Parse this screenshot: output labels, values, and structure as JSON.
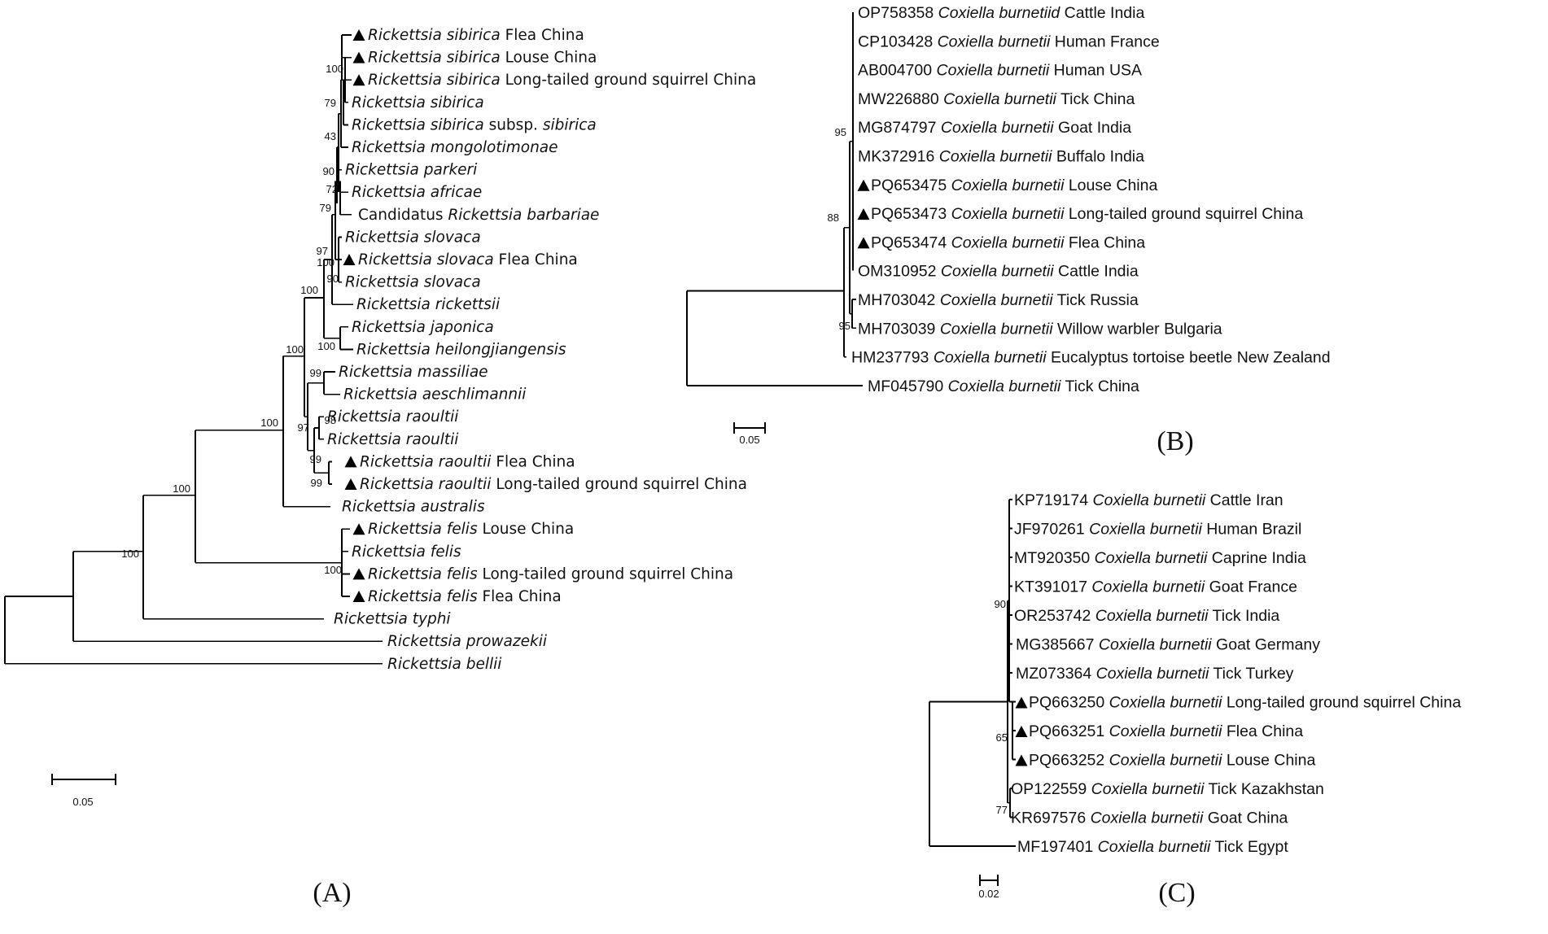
{
  "panels": [
    {
      "id": "A",
      "label": "(A)",
      "scale": "0.05",
      "leaves": [
        {
          "label": "",
          "genus": "Rickettsia sibirica",
          "suffix": "Flea China",
          "marked": true
        },
        {
          "label": "",
          "genus": "Rickettsia sibirica",
          "suffix": "Louse China",
          "marked": true
        },
        {
          "label": "",
          "genus": "Rickettsia sibirica",
          "suffix": "Long-tailed ground squirrel China",
          "marked": true
        },
        {
          "label": "",
          "genus": "Rickettsia sibirica",
          "suffix": "",
          "marked": false
        },
        {
          "label": "",
          "genus": "Rickettsia sibirica",
          "suffix": "subsp.",
          "genus2": "sibirica",
          "marked": false
        },
        {
          "label": "",
          "genus": "Rickettsia mongolotimonae",
          "suffix": "",
          "marked": false
        },
        {
          "label": "",
          "genus": "Rickettsia parkeri",
          "suffix": "",
          "marked": false
        },
        {
          "label": "",
          "genus": "Rickettsia africae",
          "suffix": "",
          "marked": false
        },
        {
          "label": "Candidatus",
          "genus": "Rickettsia barbariae",
          "suffix": "",
          "marked": false
        },
        {
          "label": "",
          "genus": "Rickettsia slovaca",
          "suffix": "",
          "marked": false
        },
        {
          "label": "",
          "genus": "Rickettsia slovaca",
          "suffix": "Flea China",
          "marked": true
        },
        {
          "label": "",
          "genus": "Rickettsia slovaca",
          "suffix": "",
          "marked": false
        },
        {
          "label": "",
          "genus": "Rickettsia rickettsii",
          "suffix": "",
          "marked": false
        },
        {
          "label": "",
          "genus": "Rickettsia japonica",
          "suffix": "",
          "marked": false
        },
        {
          "label": "",
          "genus": "Rickettsia heilongjiangensis",
          "suffix": "",
          "marked": false
        },
        {
          "label": "",
          "genus": "Rickettsia massiliae",
          "suffix": "",
          "marked": false
        },
        {
          "label": "",
          "genus": "Rickettsia aeschlimannii",
          "suffix": "",
          "marked": false
        },
        {
          "label": "",
          "genus": "Rickettsia raoultii",
          "suffix": "",
          "marked": false
        },
        {
          "label": "",
          "genus": "Rickettsia raoultii",
          "suffix": "",
          "marked": false
        },
        {
          "label": "",
          "genus": "Rickettsia raoultii",
          "suffix": "Flea China",
          "marked": true
        },
        {
          "label": "",
          "genus": "Rickettsia raoultii",
          "suffix": "Long-tailed ground squirrel China",
          "marked": true
        },
        {
          "label": "",
          "genus": "Rickettsia australis",
          "suffix": "",
          "marked": false
        },
        {
          "label": "",
          "genus": "Rickettsia felis",
          "suffix": "Louse China",
          "marked": true
        },
        {
          "label": "",
          "genus": "Rickettsia felis",
          "suffix": "",
          "marked": false
        },
        {
          "label": "",
          "genus": "Rickettsia felis",
          "suffix": "Long-tailed ground squirrel China",
          "marked": true
        },
        {
          "label": "",
          "genus": "Rickettsia felis",
          "suffix": "Flea China",
          "marked": true
        },
        {
          "label": "",
          "genus": "Rickettsia typhi",
          "suffix": "",
          "marked": false
        },
        {
          "label": "",
          "genus": "Rickettsia prowazekii",
          "suffix": "",
          "marked": false
        },
        {
          "label": "",
          "genus": "Rickettsia bellii",
          "suffix": "",
          "marked": false
        }
      ],
      "bootstrap": [
        "100",
        "79",
        "43",
        "90",
        "72",
        "79",
        "97",
        "100",
        "90",
        "100",
        "100",
        "99",
        "97",
        "98",
        "99",
        "99",
        "100",
        "100",
        "100",
        "100",
        "100"
      ]
    },
    {
      "id": "B",
      "label": "(B)",
      "scale": "0.05",
      "leaves": [
        {
          "label": "OP758358",
          "genus": "Coxiella burnetiid",
          "suffix": "Cattle India",
          "marked": false
        },
        {
          "label": "CP103428",
          "genus": "Coxiella burnetii",
          "suffix": "Human France",
          "marked": false
        },
        {
          "label": "AB004700",
          "genus": "Coxiella burnetii",
          "suffix": "Human USA",
          "marked": false
        },
        {
          "label": "MW226880",
          "genus": "Coxiella burnetii",
          "suffix": "Tick China",
          "marked": false
        },
        {
          "label": "MG874797",
          "genus": "Coxiella burnetii",
          "suffix": "Goat India",
          "marked": false
        },
        {
          "label": "MK372916",
          "genus": "Coxiella burnetii",
          "suffix": "Buffalo India",
          "marked": false
        },
        {
          "label": "PQ653475",
          "genus": "Coxiella burnetii",
          "suffix": "Louse China",
          "marked": true
        },
        {
          "label": "PQ653473",
          "genus": "Coxiella burnetii",
          "suffix": "Long-tailed ground squirrel China",
          "marked": true
        },
        {
          "label": "PQ653474",
          "genus": "Coxiella burnetii",
          "suffix": "Flea China",
          "marked": true
        },
        {
          "label": "OM310952",
          "genus": "Coxiella burnetii",
          "suffix": "Cattle India",
          "marked": false
        },
        {
          "label": "MH703042",
          "genus": "Coxiella burnetii",
          "suffix": "Tick Russia",
          "marked": false
        },
        {
          "label": "MH703039",
          "genus": "Coxiella burnetii",
          "suffix": "Willow warbler Bulgaria",
          "marked": false
        },
        {
          "label": "HM237793",
          "genus": "Coxiella burnetii",
          "suffix": "Eucalyptus tortoise beetle New Zealand",
          "marked": false
        },
        {
          "label": "MF045790",
          "genus": "Coxiella burnetii",
          "suffix": "Tick China",
          "marked": false
        }
      ],
      "bootstrap": [
        "95",
        "88",
        "95"
      ]
    },
    {
      "id": "C",
      "label": "(C)",
      "scale": "0.02",
      "leaves": [
        {
          "label": "KP719174",
          "genus": "Coxiella burnetii",
          "suffix": "Cattle Iran",
          "marked": false
        },
        {
          "label": "JF970261",
          "genus": "Coxiella burnetii",
          "suffix": "Human Brazil",
          "marked": false
        },
        {
          "label": "MT920350",
          "genus": "Coxiella burnetii",
          "suffix": "Caprine India",
          "marked": false
        },
        {
          "label": "KT391017",
          "genus": "Coxiella burnetii",
          "suffix": "Goat France",
          "marked": false
        },
        {
          "label": "OR253742",
          "genus": "Coxiella burnetii",
          "suffix": "Tick India",
          "marked": false
        },
        {
          "label": "MG385667",
          "genus": "Coxiella burnetii",
          "suffix": "Goat Germany",
          "marked": false
        },
        {
          "label": "MZ073364",
          "genus": "Coxiella burnetii",
          "suffix": "Tick Turkey",
          "marked": false
        },
        {
          "label": "PQ663250",
          "genus": "Coxiella burnetii",
          "suffix": "Long-tailed ground squirrel China",
          "marked": true
        },
        {
          "label": "PQ663251",
          "genus": "Coxiella burnetii",
          "suffix": "Flea China",
          "marked": true
        },
        {
          "label": "PQ663252",
          "genus": "Coxiella burnetii",
          "suffix": "Louse China",
          "marked": true
        },
        {
          "label": "OP122559",
          "genus": "Coxiella burnetii",
          "suffix": "Tick Kazakhstan",
          "marked": false
        },
        {
          "label": "KR697576",
          "genus": "Coxiella burnetii",
          "suffix": "Goat China",
          "marked": false
        },
        {
          "label": "MF197401",
          "genus": "Coxiella burnetii",
          "suffix": "Tick Egypt",
          "marked": false
        }
      ],
      "bootstrap": [
        "90",
        "65",
        "77"
      ]
    }
  ]
}
